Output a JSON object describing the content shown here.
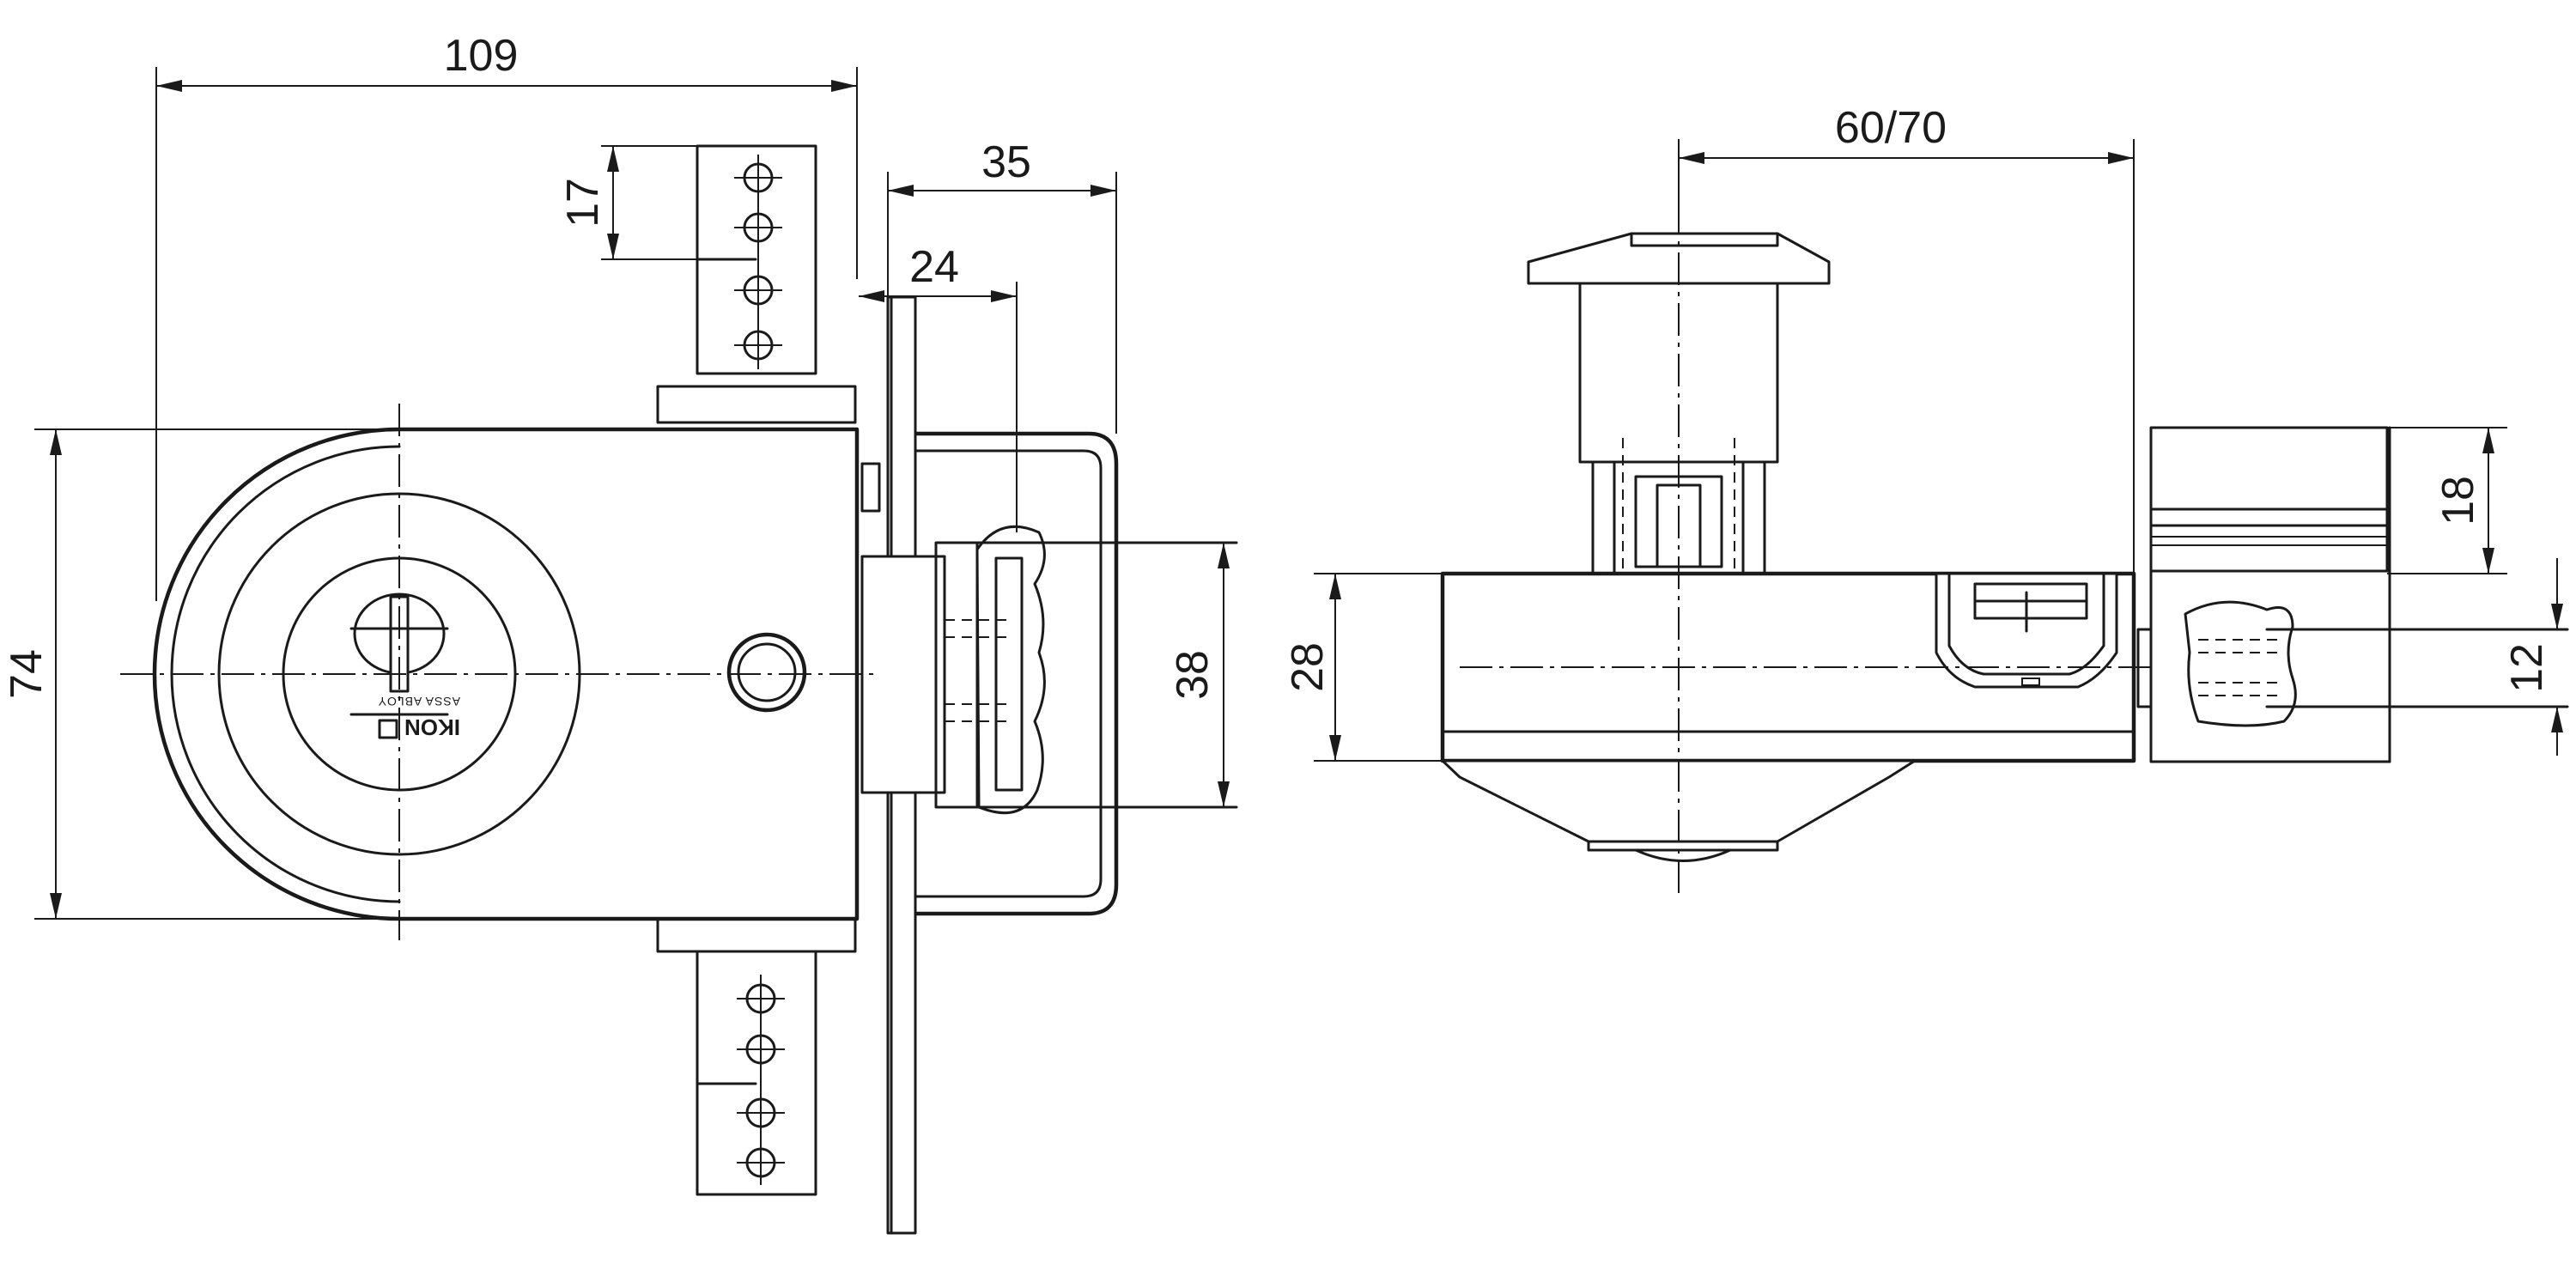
{
  "drawing": {
    "front_view": {
      "dimensions": {
        "overall_width": "109",
        "strike_plate_height": "17",
        "strike_depth": "35",
        "glass_offset": "24",
        "body_height": "74",
        "bolt_height": "38"
      },
      "cylinder_brand": "IKON",
      "cylinder_sub_brand": "ASSA ABLOY"
    },
    "side_view": {
      "dimensions": {
        "backset": "60/70",
        "body_thickness": "28",
        "strike_height": "18",
        "bolt_width": "12"
      }
    }
  }
}
